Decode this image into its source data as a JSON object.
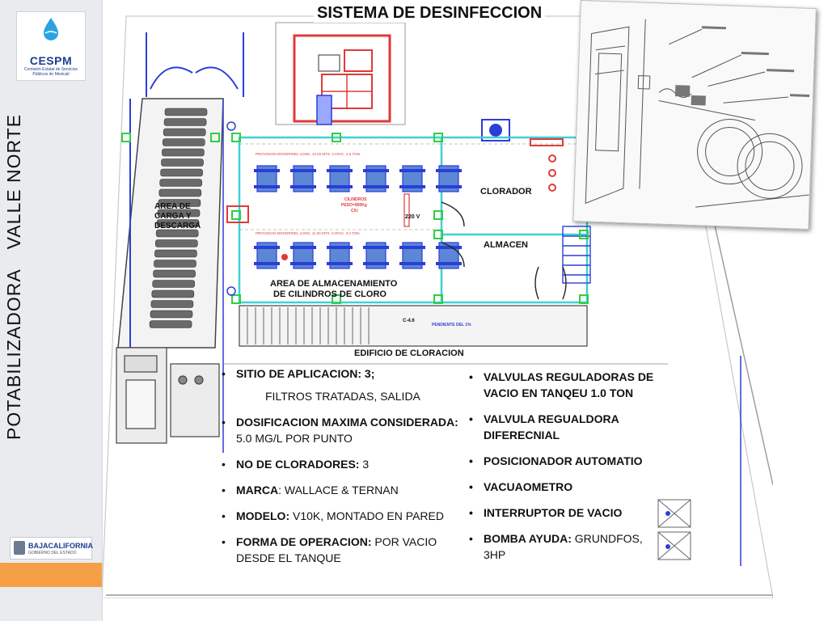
{
  "slide": {
    "title": "SISTEMA DE DESINFECCION",
    "vertical_title_part1": "POTABILIZADORA",
    "vertical_title_part2": "VALLE  NORTE"
  },
  "logos": {
    "cespm_name": "CESPM",
    "cespm_full_line1": "Comisión Estatal de Servicios",
    "cespm_full_line2": "Públicos de Mexicali",
    "bc_name": "BAJACALIFORNIA",
    "bc_sub": "GOBIERNO DEL ESTADO"
  },
  "plan_labels": {
    "clorador": "CLORADOR",
    "almacen": "ALMACEN",
    "area_line1": "AREA DE ALMACENAMIENTO",
    "area_line2": "DE CILINDROS DE CLORO",
    "edificio": "EDIFICIO DE CLORACION",
    "carga_line1": "AREA DE",
    "carga_line2": "CARGA Y",
    "carga_line3": "DESCARGA",
    "voltage": "220 V",
    "level": "C-4.6",
    "pendiente": "PENDIENTE DEL 1%",
    "cilindros_line1": "CILINDROS",
    "cilindros_line2": "PESO=900Kg",
    "cilindros_line3": "C/U",
    "provision_top": "PROVISION MONORRIEL LONG. 13.20 MTS. CAPAC. 2.5 TON.",
    "provision_bottom": "PROVISION MONORRIEL LONG. 11.00 MTS. CAPAC. 3.2 TON."
  },
  "left_list": {
    "item1": "SITIO DE APLICACION:  3;",
    "item1_sub": "FILTROS TRATADAS,  SALIDA",
    "item2_label": "DOSIFICACION MAXIMA CONSIDERADA:",
    "item2_value": " 5.0 MG/L POR PUNTO",
    "item3_label": "NO DE CLORADORES:",
    "item3_value": " 3",
    "item4_label": "MARCA",
    "item4_value": ": WALLACE & TERNAN",
    "item5_label": "MODELO:",
    "item5_value": " V10K, MONTADO EN PARED",
    "item6_label": "FORMA DE OPERACION:",
    "item6_value": " POR VACIO DESDE EL TANQUE"
  },
  "right_list": {
    "item1": "VALVULAS REGULADORAS  DE VACIO EN TANQEU 1.0 TON",
    "item2": "VALVULA REGUALDORA DIFERECNIAL",
    "item3": "POSICIONADOR AUTOMATIO",
    "item4": "VACUAOMETRO",
    "item5": "INTERRUPTOR DE VACIO",
    "item6_label": "BOMBA AYUDA:",
    "item6_value": " GRUNDFOS, 3HP"
  },
  "colors": {
    "accent_orange": "#f5a046",
    "plan_blue": "#2b3ed6",
    "plan_cyan": "#3fd0d8",
    "plan_red": "#e03a3a",
    "plan_green": "#2fcf3f",
    "brand_blue": "#1a3d8f"
  }
}
